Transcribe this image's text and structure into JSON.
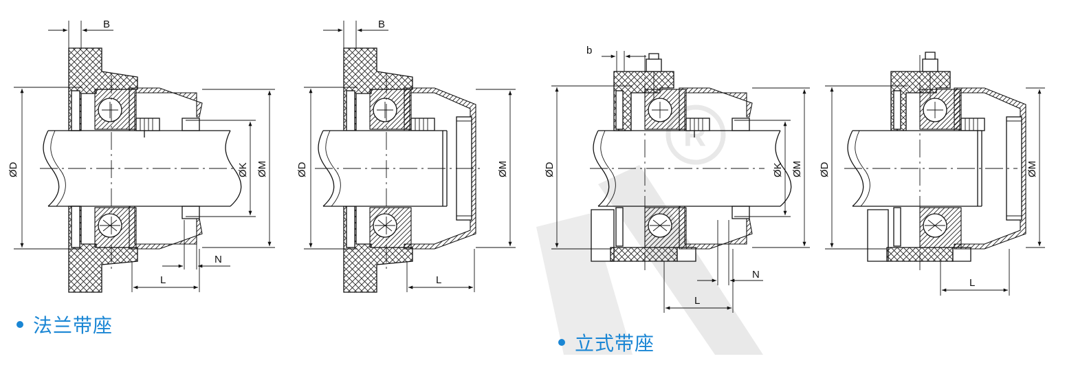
{
  "captions": {
    "flange": "法兰带座",
    "pillow": "立式带座"
  },
  "labels": {
    "B": "B",
    "b": "b",
    "N": "N",
    "L": "L",
    "D": "ØD",
    "K": "ØK",
    "M": "ØM"
  },
  "colors": {
    "caption": "#1a86d4",
    "watermark": "#e6e6e6",
    "line": "#111111"
  }
}
